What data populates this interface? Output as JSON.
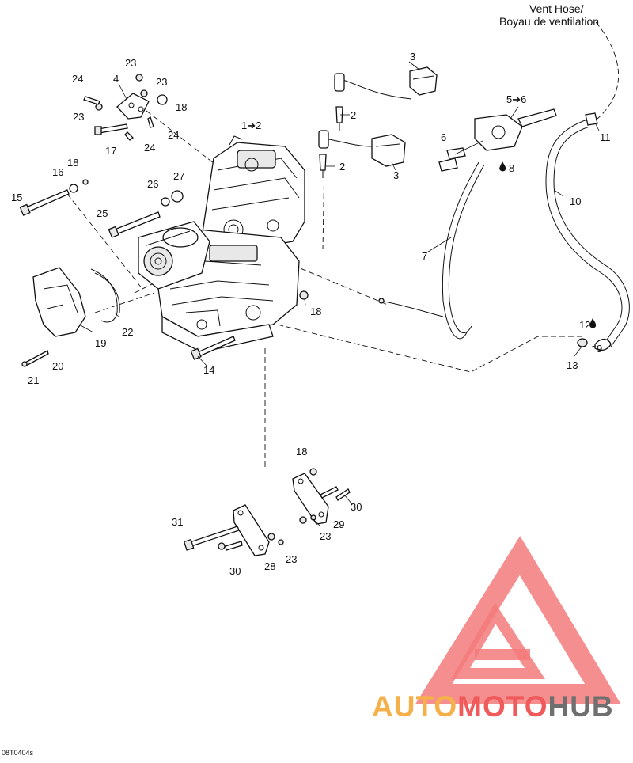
{
  "header": {
    "vent_hose_line1": "Vent Hose/",
    "vent_hose_line2": "Boyau de ventilation"
  },
  "callouts": {
    "c1_2": "1➔2",
    "c2a": "2",
    "c2b": "2",
    "c3a": "3",
    "c3b": "3",
    "c4": "4",
    "c5_6": "5➔6",
    "c6": "6",
    "c7": "7",
    "c8": "8",
    "c9": "9",
    "c10": "10",
    "c11": "11",
    "c12": "12",
    "c13": "13",
    "c14": "14",
    "c15": "15",
    "c16": "16",
    "c17": "17",
    "c18a": "18",
    "c18b": "18",
    "c18c": "18",
    "c18d": "18",
    "c19": "19",
    "c20": "20",
    "c21": "21",
    "c22": "22",
    "c23a": "23",
    "c23b": "23",
    "c23c": "23",
    "c23d": "23",
    "c23e": "23",
    "c24a": "24",
    "c24b": "24",
    "c24c": "24",
    "c25": "25",
    "c26": "26",
    "c27": "27",
    "c28": "28",
    "c29": "29",
    "c30a": "30",
    "c30b": "30",
    "c31": "31"
  },
  "watermark": {
    "part1": "AUTO",
    "part2": "MOTO",
    "part3": "HUB",
    "color_orange": "#f6b04a",
    "color_red": "#f05a5a",
    "color_gray": "#6f6f6f"
  },
  "reference_code": "08T0404s"
}
